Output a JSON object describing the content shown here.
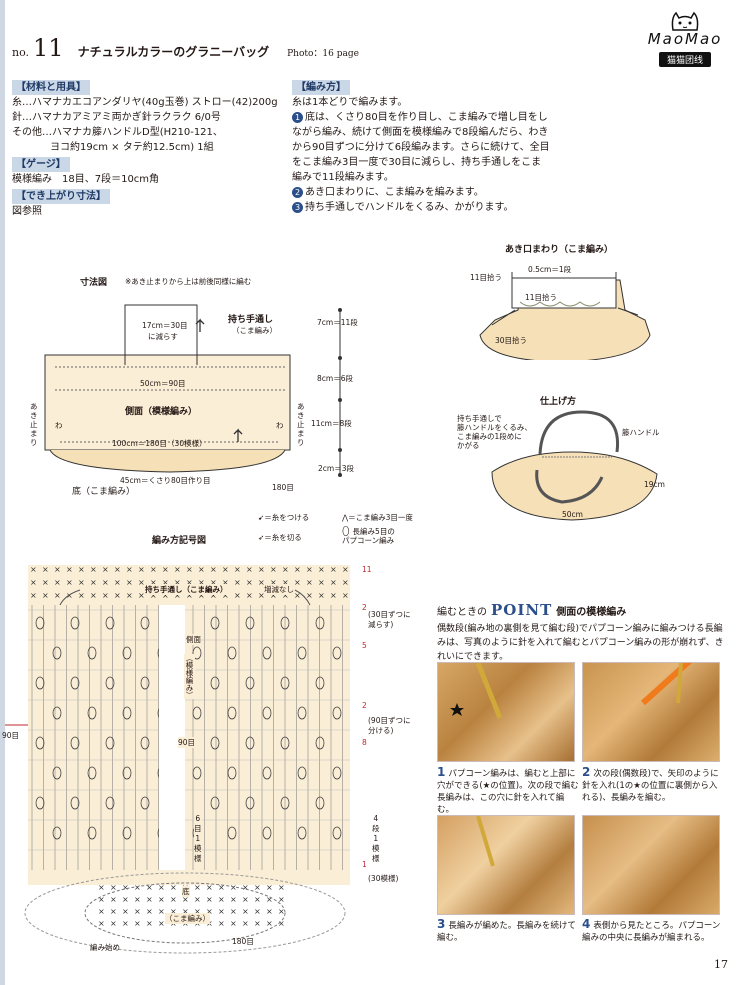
{
  "header": {
    "no": "no.",
    "number": "11",
    "title": "ナチュラルカラーのグラニーバッグ",
    "photo": "Photo：16 page"
  },
  "logo": {
    "wordmark": "MaoMao",
    "tag": "猫猫团线"
  },
  "materials": {
    "heading": "【材料と用具】",
    "lines": [
      "糸…ハマナカエコアンダリヤ(40g玉巻) ストロー(42)200g",
      "針…ハマナカアミアミ両かぎ針ラクラク 6/0号",
      "その他…ハマナカ籐ハンドルD型(H210-121、",
      "ヨコ約19cm × タテ約12.5cm) 1組"
    ]
  },
  "gauge": {
    "heading": "【ゲージ】",
    "text": "模様編み　18目、7段＝10cm角"
  },
  "size": {
    "heading": "【でき上がり寸法】",
    "text": "図参照"
  },
  "method": {
    "heading": "【編み方】",
    "intro": "糸は1本どりで編みます。",
    "steps": [
      {
        "n": "1",
        "text": "底は、くさり80目を作り目し、こま編みで増し目をしながら編み、続けて側面を模様編みで8段編んだら、わきから90目ずつに分けて6段編みます。さらに続けて、全目をこま編み3目一度で30目に減らし、持ち手通しをこま編みで11段編みます。"
      },
      {
        "n": "2",
        "text": "あき口まわりに、こま編みを編みます。"
      },
      {
        "n": "3",
        "text": "持ち手通しでハンドルをくるみ、かがります。"
      }
    ]
  },
  "dimension": {
    "title": "寸法図",
    "note": "※あき止まりから上は前後同様に編む",
    "handle_label": "持ち手通し",
    "handle_sub": "（こま編み）",
    "top_w": "17cm＝30目",
    "top_w2": "に減らす",
    "side_w": "50cm＝90目",
    "body_label": "側面（模様編み）",
    "aki": "あき止まり",
    "wa": "わ",
    "body_bottom": "100cm＝180目（30模様）",
    "base_w": "45cm＝くさり80目作り目",
    "base_label": "底（こま編み）",
    "base_180": "180目",
    "rows": [
      "7cm＝11段",
      "8cm＝6段",
      "11cm＝8段",
      "2cm＝3段"
    ]
  },
  "opening": {
    "title": "あき口まわり（こま編み）",
    "labels": [
      "0.5cm＝1段",
      "11目拾う",
      "11目拾う",
      "30目拾う"
    ]
  },
  "finish": {
    "title": "仕上げ方",
    "note": [
      "持ち手通しで",
      "籐ハンドルをくるみ、",
      "こま編みの1段めに",
      "かがる"
    ],
    "rattan": "籐ハンドル",
    "h": "19cm",
    "w": "50cm"
  },
  "legend": {
    "attach": "＝糸をつける",
    "cut": "＝糸を切る",
    "sc3tog": "＝こま編み3目一度",
    "popcorn": [
      "長編み5目の",
      "パプコーン編み"
    ]
  },
  "chart": {
    "title": "編み方記号図",
    "handle": "持ち手通し（こま編み）",
    "no_change": "増減なし",
    "side": "側面",
    "pattern": "（模様編み）",
    "c90": "90目",
    "c90_left": "90目",
    "six_rows": [
      "6",
      "目",
      "1",
      "模",
      "様"
    ],
    "base": "底",
    "base_sub": "（こま編み）",
    "start": "編み始め",
    "c180": "180目",
    "row_marks": [
      "11",
      "2",
      "5",
      "2",
      "8",
      "1"
    ],
    "reduce": [
      "(30目ずつに",
      "減らす)"
    ],
    "split": [
      "(90目ずつに",
      "分ける)"
    ],
    "four_rows": [
      "4",
      "段",
      "1",
      "模",
      "様"
    ],
    "thirty": "(30模様)"
  },
  "point": {
    "lead": "編むときの",
    "word": "POINT",
    "title": "側面の模様編み",
    "text": "偶数段(編み地の裏側を見て編む段)でパプコーン編みに編みつける長編みは、写真のように針を入れて編むとパプコーン編みの形が崩れず、きれいにできます。",
    "captions": [
      {
        "n": "1",
        "text": "パプコーン編みは、編むと上部に穴ができる(★の位置)。次の段で編む長編みは、この穴に針を入れて編む。"
      },
      {
        "n": "2",
        "text": "次の段(偶数段)で、矢印のように針を入れ(1の★の位置に裏側から入れる)、長編みを編む。"
      },
      {
        "n": "3",
        "text": "長編みが編めた。長編みを続けて編む。"
      },
      {
        "n": "4",
        "text": "表側から見たところ。パプコーン編みの中央に長編みが編まれる。"
      }
    ]
  },
  "page_number": "17",
  "colors": {
    "accent": "#2b4f8a",
    "heading_bg": "#cad7e6",
    "chart_bg": "#fbeed6",
    "bag": "#f5e0b8"
  }
}
